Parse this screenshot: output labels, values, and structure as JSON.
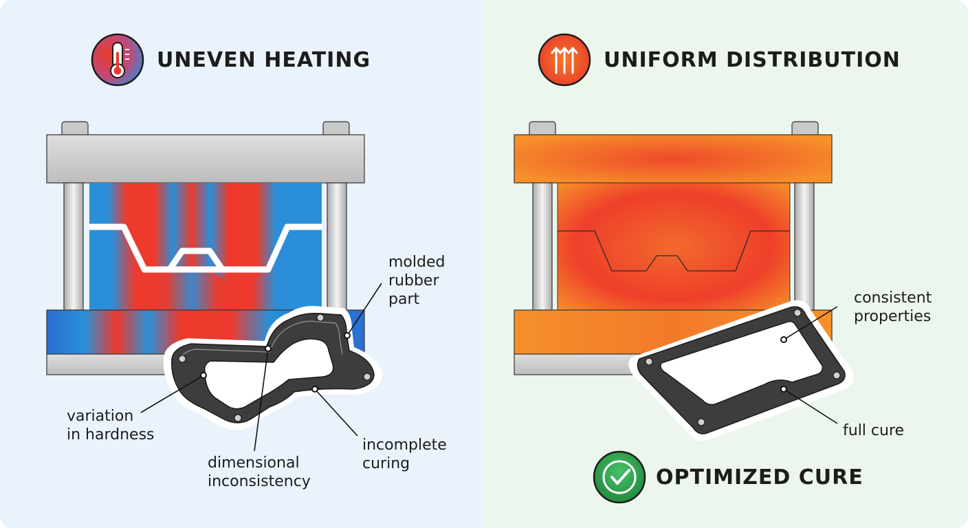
{
  "left_panel": {
    "title": "UNEVEN HEATING",
    "icon": "thermometer-icon",
    "labels": {
      "molded_part": "molded\nrubber\npart",
      "hardness": "variation\nin hardness",
      "dimensional": "dimensional\ninconsistency",
      "curing": "incomplete\ncuring"
    }
  },
  "right_panel": {
    "title": "UNIFORM DISTRIBUTION",
    "icon": "heat-arrows-icon",
    "labels": {
      "properties": "consistent\nproperties",
      "full_cure": "full cure"
    },
    "result_title": "OPTIMIZED CURE",
    "result_icon": "check-circle-icon"
  },
  "colors": {
    "hot": "#ee3a2c",
    "cold": "#2a8fd8",
    "warm": "#f6902a",
    "steel": "#cfcfcf",
    "rubber": "#3d3d3d",
    "check_green": "#2fa84f",
    "left_bg": "#eaf2fb",
    "right_bg": "#ecf6ec"
  }
}
